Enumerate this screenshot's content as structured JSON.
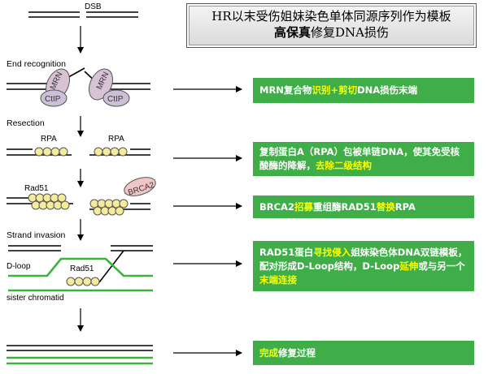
{
  "title": {
    "line1": "HR以末受伤姐妹染色单体同源序列作为模板",
    "line2_bold": "高保真",
    "line2_rest": "修复DNA损伤"
  },
  "diagram": {
    "dsb": "DSB",
    "end_recognition": "End recognition",
    "mrn": "MRN",
    "ctip": "CtIP",
    "resection": "Resection",
    "rpa": "RPA",
    "rad51": "Rad51",
    "brca2": "BRCA2",
    "strand_invasion": "Strand invasion",
    "dloop": "D-loop",
    "sister_chromatid": "sister chromatid"
  },
  "steps": [
    {
      "parts": [
        {
          "text": "MRN复合物",
          "hl": false
        },
        {
          "text": "识别+剪切",
          "hl": true
        },
        {
          "text": "DNA损伤末端",
          "hl": false
        }
      ]
    },
    {
      "parts": [
        {
          "text": "复制蛋白A（RPA）包被单链DNA，使其免受核酸酶的降解，",
          "hl": false
        },
        {
          "text": "去除二级结构",
          "hl": true
        }
      ]
    },
    {
      "parts": [
        {
          "text": "BRCA2",
          "hl": false
        },
        {
          "text": "招募",
          "hl": true
        },
        {
          "text": "重组酶RAD51",
          "hl": false
        },
        {
          "text": "替换",
          "hl": true
        },
        {
          "text": "RPA",
          "hl": false
        }
      ]
    },
    {
      "parts": [
        {
          "text": "RAD51蛋白",
          "hl": false
        },
        {
          "text": "寻找侵入",
          "hl": true
        },
        {
          "text": "姐妹染色体DNA双链模板，配对形成D-Loop结构，",
          "hl": false
        },
        {
          "text": "D-Loop",
          "hl": false
        },
        {
          "text": "延伸",
          "hl": true
        },
        {
          "text": "或与另一个",
          "hl": false
        },
        {
          "text": "末端连接",
          "hl": true
        }
      ]
    },
    {
      "parts": [
        {
          "text": "完成",
          "hl": true
        },
        {
          "text": "修复过程",
          "hl": false
        }
      ]
    }
  ],
  "colors": {
    "box_green": "#3fae49",
    "highlight_yellow": "#ffff00",
    "bead_yellow": "#f4ec9a",
    "mrn_purple": "#d8c3d6",
    "ctip_purple": "#ccc0d8",
    "brca2_pink": "#f1c6c6",
    "sister_green": "#3bb33b"
  }
}
